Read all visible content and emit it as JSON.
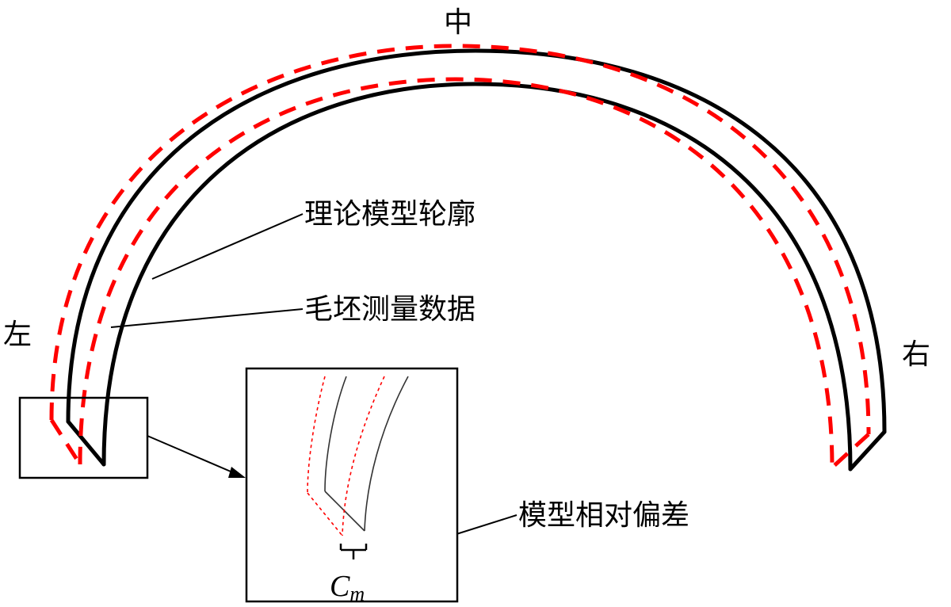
{
  "labels": {
    "center": "中",
    "left": "左",
    "right": "右",
    "theory_contour": "理论模型轮廓",
    "blank_data": "毛坯测量数据",
    "relative_deviation": "模型相对偏差",
    "cm_main": "C",
    "cm_sub": "m"
  },
  "colors": {
    "theory_line": "#000000",
    "measured_line": "#ff0000"
  }
}
